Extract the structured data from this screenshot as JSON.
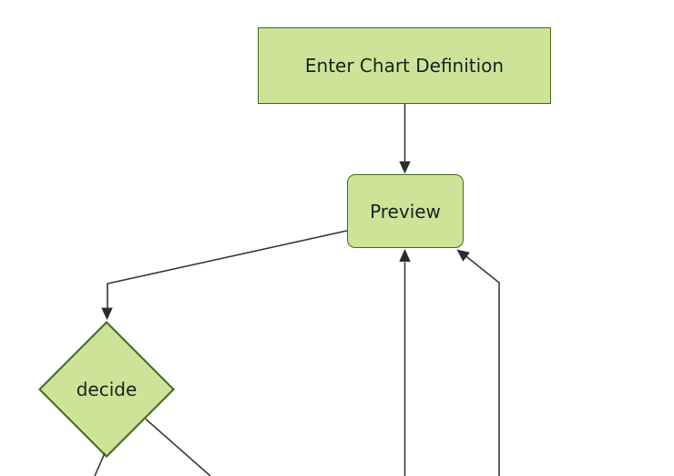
{
  "diagram": {
    "type": "flowchart",
    "direction": "top-down",
    "nodes": [
      {
        "id": "enter-chart-definition",
        "label": "Enter Chart Definition",
        "shape": "rectangle"
      },
      {
        "id": "preview",
        "label": "Preview",
        "shape": "rounded-rectangle"
      },
      {
        "id": "decide",
        "label": "decide",
        "shape": "diamond"
      }
    ],
    "edges": [
      {
        "from": "enter-chart-definition",
        "to": "preview",
        "arrowhead": true
      },
      {
        "from": "preview",
        "to": "decide",
        "arrowhead": true
      },
      {
        "from": "offscreen-bottom",
        "to": "preview",
        "arrowhead": true,
        "note": "vertical line entering Preview bottom"
      },
      {
        "from": "offscreen-bottom-right",
        "to": "preview",
        "arrowhead": true,
        "note": "line entering Preview bottom-right corner"
      },
      {
        "from": "decide",
        "to": "offscreen-bottom-left",
        "arrowhead": false,
        "note": "line exits bottom edge of view"
      },
      {
        "from": "decide",
        "to": "offscreen-bottom-right",
        "arrowhead": false,
        "note": "line exits bottom edge of view"
      }
    ]
  },
  "colors": {
    "background": "#ffffff",
    "node_fill": "#cde498",
    "node_border": "#44691f",
    "edge_line": "#383838",
    "arrowhead": "#2b2b2b",
    "text": "#1f1f1f"
  }
}
